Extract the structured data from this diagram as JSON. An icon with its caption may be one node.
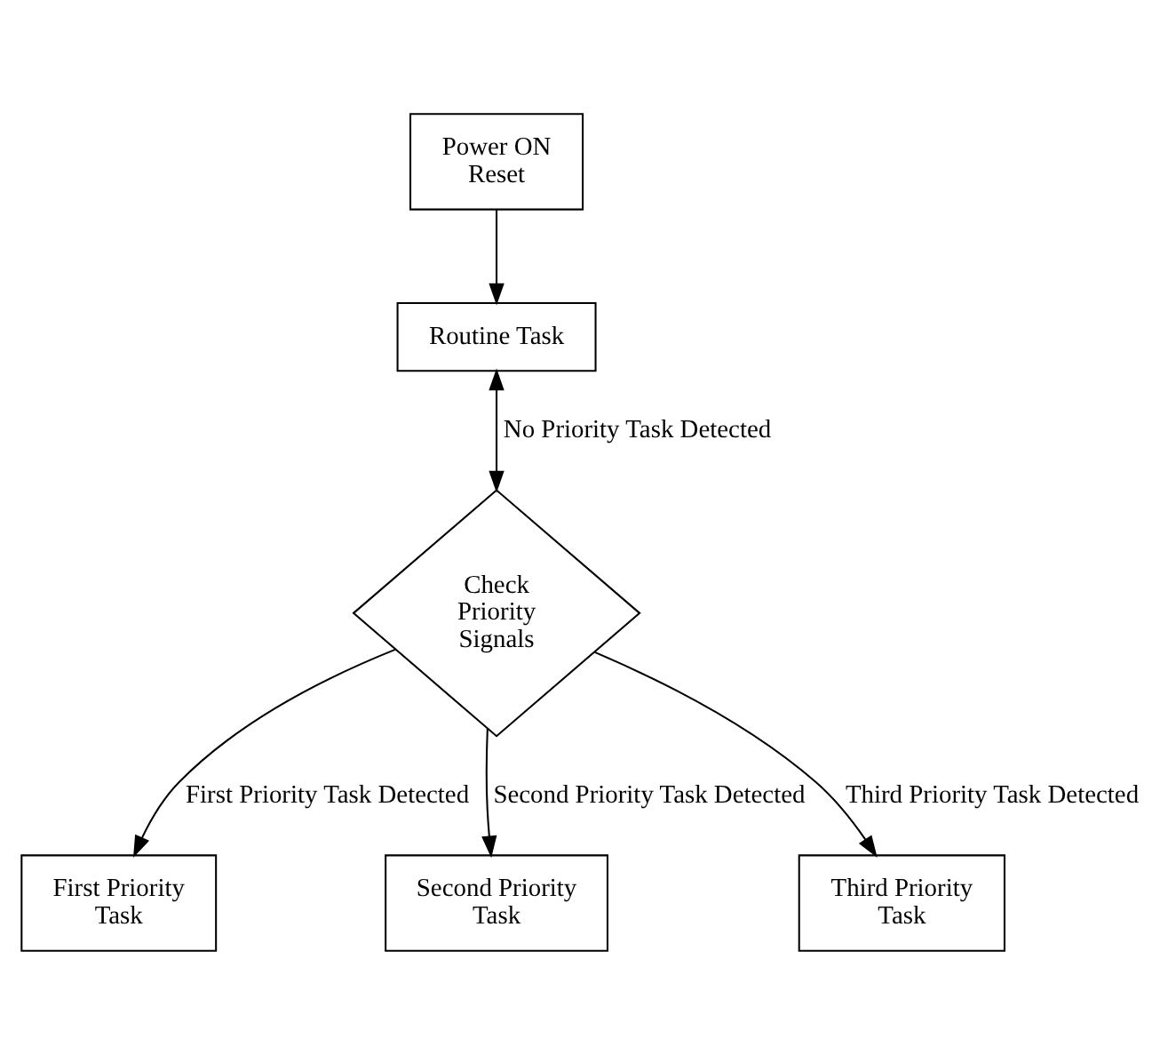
{
  "diagram": {
    "nodes": [
      {
        "text": [
          "Power ON Reset"
        ]
      },
      {
        "text": [
          "Routine Task"
        ]
      },
      {
        "text": [
          "Check Priority Signals"
        ]
      },
      {
        "text": [
          "First Priority Task"
        ]
      },
      {
        "text": [
          "Second Priority Task"
        ]
      },
      {
        "text": [
          "Third Priority Task"
        ]
      }
    ],
    "edges": [
      {
        "from": 0,
        "to": 1,
        "arrow": "to"
      },
      {
        "from": 1,
        "to": 2,
        "arrow": "both",
        "label": "No Priority Task Detected"
      },
      {
        "from": 2,
        "to": 3,
        "arrow": "to",
        "label": "First Priority Task Detected"
      },
      {
        "from": 2,
        "to": 4,
        "arrow": "to",
        "label": "Second Priority Task Detected"
      },
      {
        "from": 2,
        "to": 5,
        "arrow": "to",
        "label": "Third Priority Task Detected"
      }
    ]
  }
}
